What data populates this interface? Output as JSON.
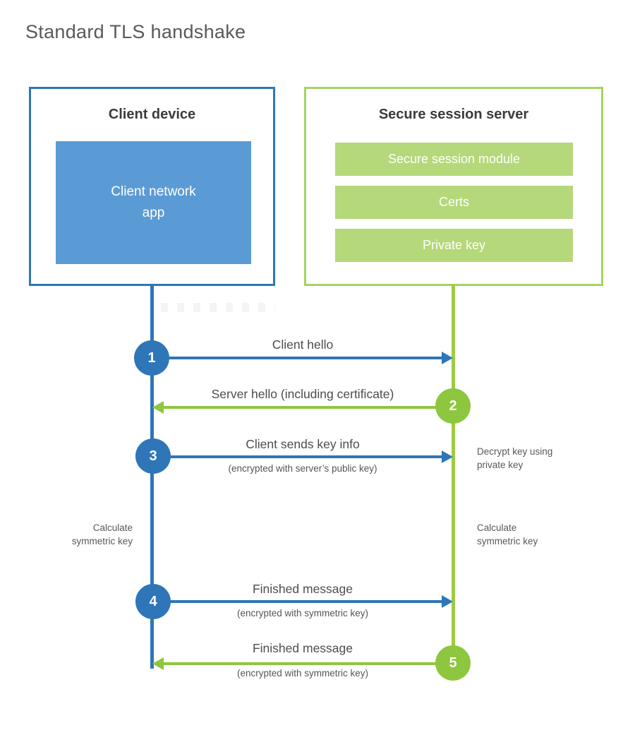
{
  "title": "Standard TLS handshake",
  "colors": {
    "blue": "#2e76b8",
    "blue_fill": "#5b9bd5",
    "green": "#8dc63f",
    "green_border": "#a2d45e",
    "green_fill": "#b4d87a"
  },
  "client": {
    "title": "Client device",
    "module_label": "Client network\napp"
  },
  "server": {
    "title": "Secure session server",
    "modules": [
      "Secure session module",
      "Certs",
      "Private key"
    ]
  },
  "steps": [
    {
      "number": "1",
      "label": "Client hello",
      "sublabel": "",
      "direction": "right",
      "color": "blue"
    },
    {
      "number": "2",
      "label": "Server hello (including certificate)",
      "sublabel": "",
      "direction": "left",
      "color": "green"
    },
    {
      "number": "3",
      "label": "Client sends key info",
      "sublabel": "(encrypted with server’s public key)",
      "direction": "right",
      "color": "blue"
    },
    {
      "number": "4",
      "label": "Finished message",
      "sublabel": "(encrypted with symmetric key)",
      "direction": "right",
      "color": "blue"
    },
    {
      "number": "5",
      "label": "Finished message",
      "sublabel": "(encrypted with symmetric key)",
      "direction": "left",
      "color": "green"
    }
  ],
  "notes": {
    "decrypt": "Decrypt key using\nprivate key",
    "calc_left": "Calculate\nsymmetric key",
    "calc_right": "Calculate\nsymmetric key"
  }
}
